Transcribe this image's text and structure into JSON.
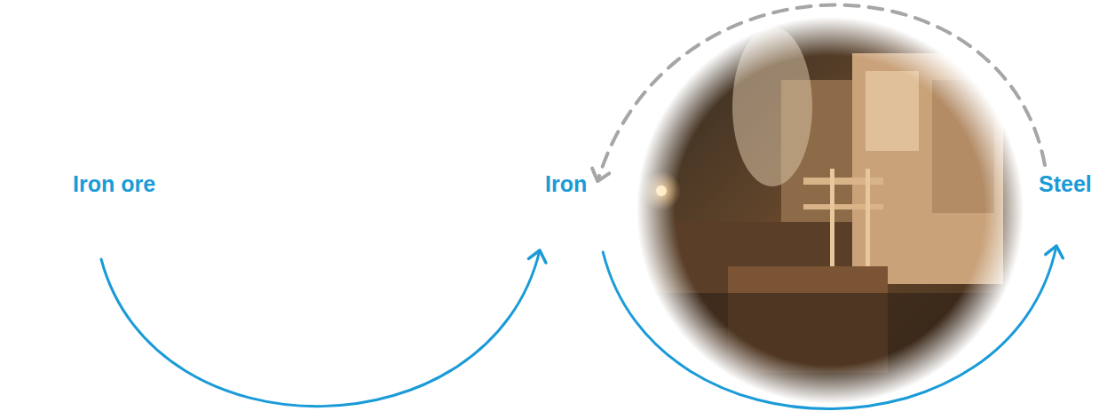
{
  "diagram": {
    "nodes": [
      {
        "text": [
          "Iron ore"
        ]
      },
      {
        "text": [
          "Iron"
        ]
      },
      {
        "text": [
          "Steel"
        ]
      }
    ],
    "edges": [
      {
        "from": 0,
        "to": 1,
        "arrow": "to"
      },
      {
        "from": 1,
        "to": 2,
        "arrow": "to"
      },
      {
        "from": 2,
        "to": 1,
        "arrow": "to"
      }
    ]
  }
}
